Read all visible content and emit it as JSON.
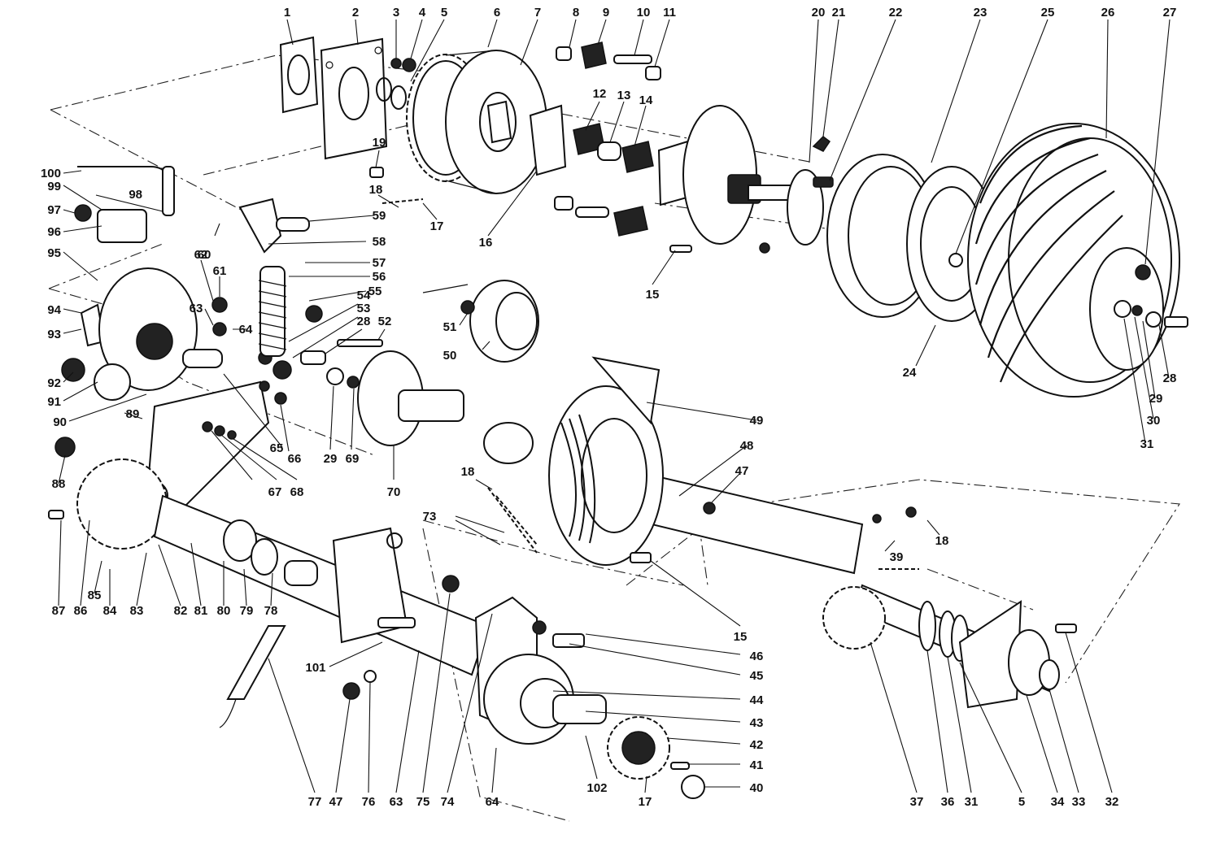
{
  "labels": [
    "1",
    "2",
    "3",
    "4",
    "5",
    "6",
    "7",
    "8",
    "9",
    "10",
    "11",
    "20",
    "21",
    "22",
    "23",
    "25",
    "26",
    "27",
    "12",
    "13",
    "14",
    "19",
    "18",
    "17",
    "16",
    "15",
    "100",
    "99",
    "98",
    "97",
    "96",
    "95",
    "94",
    "93",
    "92",
    "91",
    "90",
    "89",
    "88",
    "87",
    "86",
    "85",
    "84",
    "83",
    "82",
    "81",
    "80",
    "79",
    "78",
    "62",
    "61",
    "63",
    "60",
    "59",
    "58",
    "57",
    "56",
    "55",
    "54",
    "53",
    "52",
    "28",
    "51",
    "50",
    "64",
    "65",
    "66",
    "67",
    "68",
    "29",
    "69",
    "70",
    "49",
    "48",
    "47",
    "73",
    "18",
    "39",
    "18",
    "15",
    "24",
    "28",
    "29",
    "30",
    "31",
    "46",
    "45",
    "44",
    "43",
    "42",
    "41",
    "40",
    "101",
    "77",
    "47",
    "76",
    "63",
    "75",
    "74",
    "64",
    "102",
    "17",
    "37",
    "36",
    "31",
    "5",
    "34",
    "33",
    "32"
  ],
  "colors": {
    "ink": "#111111",
    "paper": "#ffffff"
  }
}
